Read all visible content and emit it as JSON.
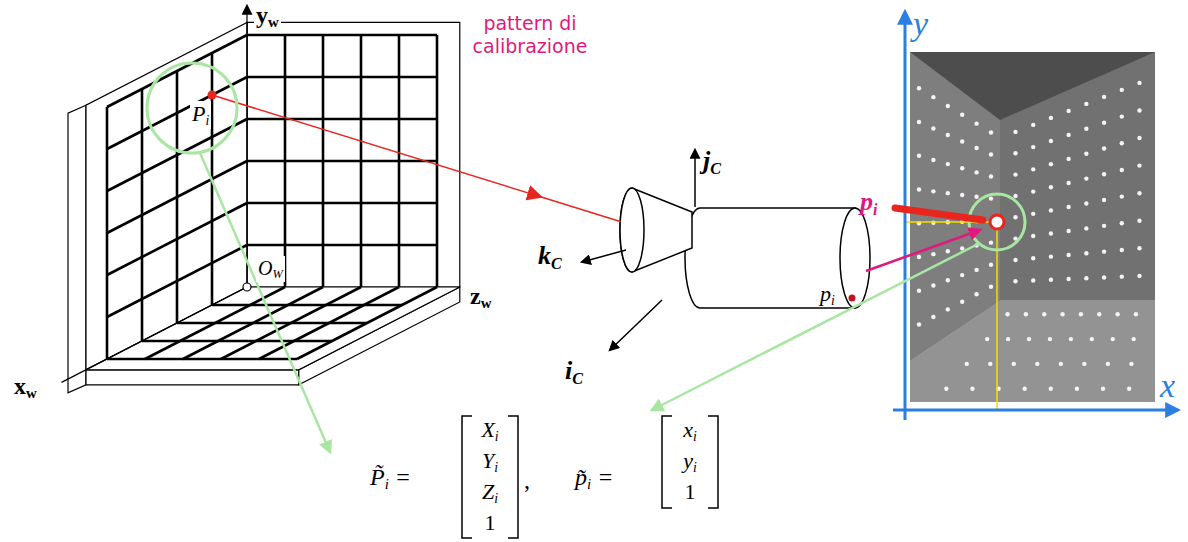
{
  "diagram": {
    "labels": [
      "yw",
      "pattern di calibrazione",
      "Pi",
      "OW",
      "zw",
      "xw",
      "jC",
      "kC",
      "iC",
      "pi",
      "pi",
      "y",
      "x",
      "P̃i =",
      "Xi",
      "Yi",
      "Zi",
      "1",
      ",",
      "p̃i =",
      "xi",
      "yi",
      "1"
    ]
  }
}
